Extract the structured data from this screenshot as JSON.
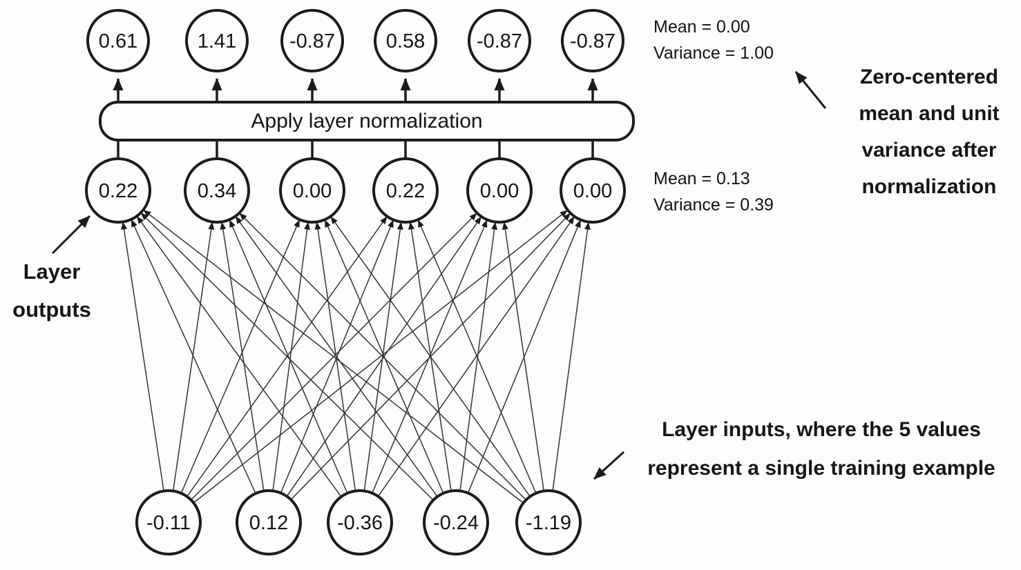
{
  "canvas": {
    "background": "#fdfdfd",
    "ink": "#1b1b1b",
    "thin_line": "#333333"
  },
  "norm_box": {
    "label": "Apply layer normalization"
  },
  "top_layer": {
    "description": "normalized outputs",
    "nodes": [
      "0.61",
      "1.41",
      "-0.87",
      "0.58",
      "-0.87",
      "-0.87"
    ]
  },
  "middle_layer": {
    "description": "layer outputs before normalization",
    "nodes": [
      "0.22",
      "0.34",
      "0.00",
      "0.22",
      "0.00",
      "0.00"
    ]
  },
  "bottom_layer": {
    "description": "layer inputs",
    "nodes": [
      "-0.11",
      "0.12",
      "-0.36",
      "-0.24",
      "-1.19"
    ]
  },
  "stats_after": {
    "line1": "Mean = 0.00",
    "line2": "Variance = 1.00"
  },
  "stats_before": {
    "line1": "Mean = 0.13",
    "line2": "Variance = 0.39"
  },
  "caption_right": {
    "line1": "Zero-centered",
    "line2": "mean and unit",
    "line3": "variance after",
    "line4": "normalization"
  },
  "caption_left": {
    "line1": "Layer",
    "line2": "outputs"
  },
  "caption_bottom": {
    "line1": "Layer inputs, where the 5 values",
    "line2": "represent a single training example"
  }
}
